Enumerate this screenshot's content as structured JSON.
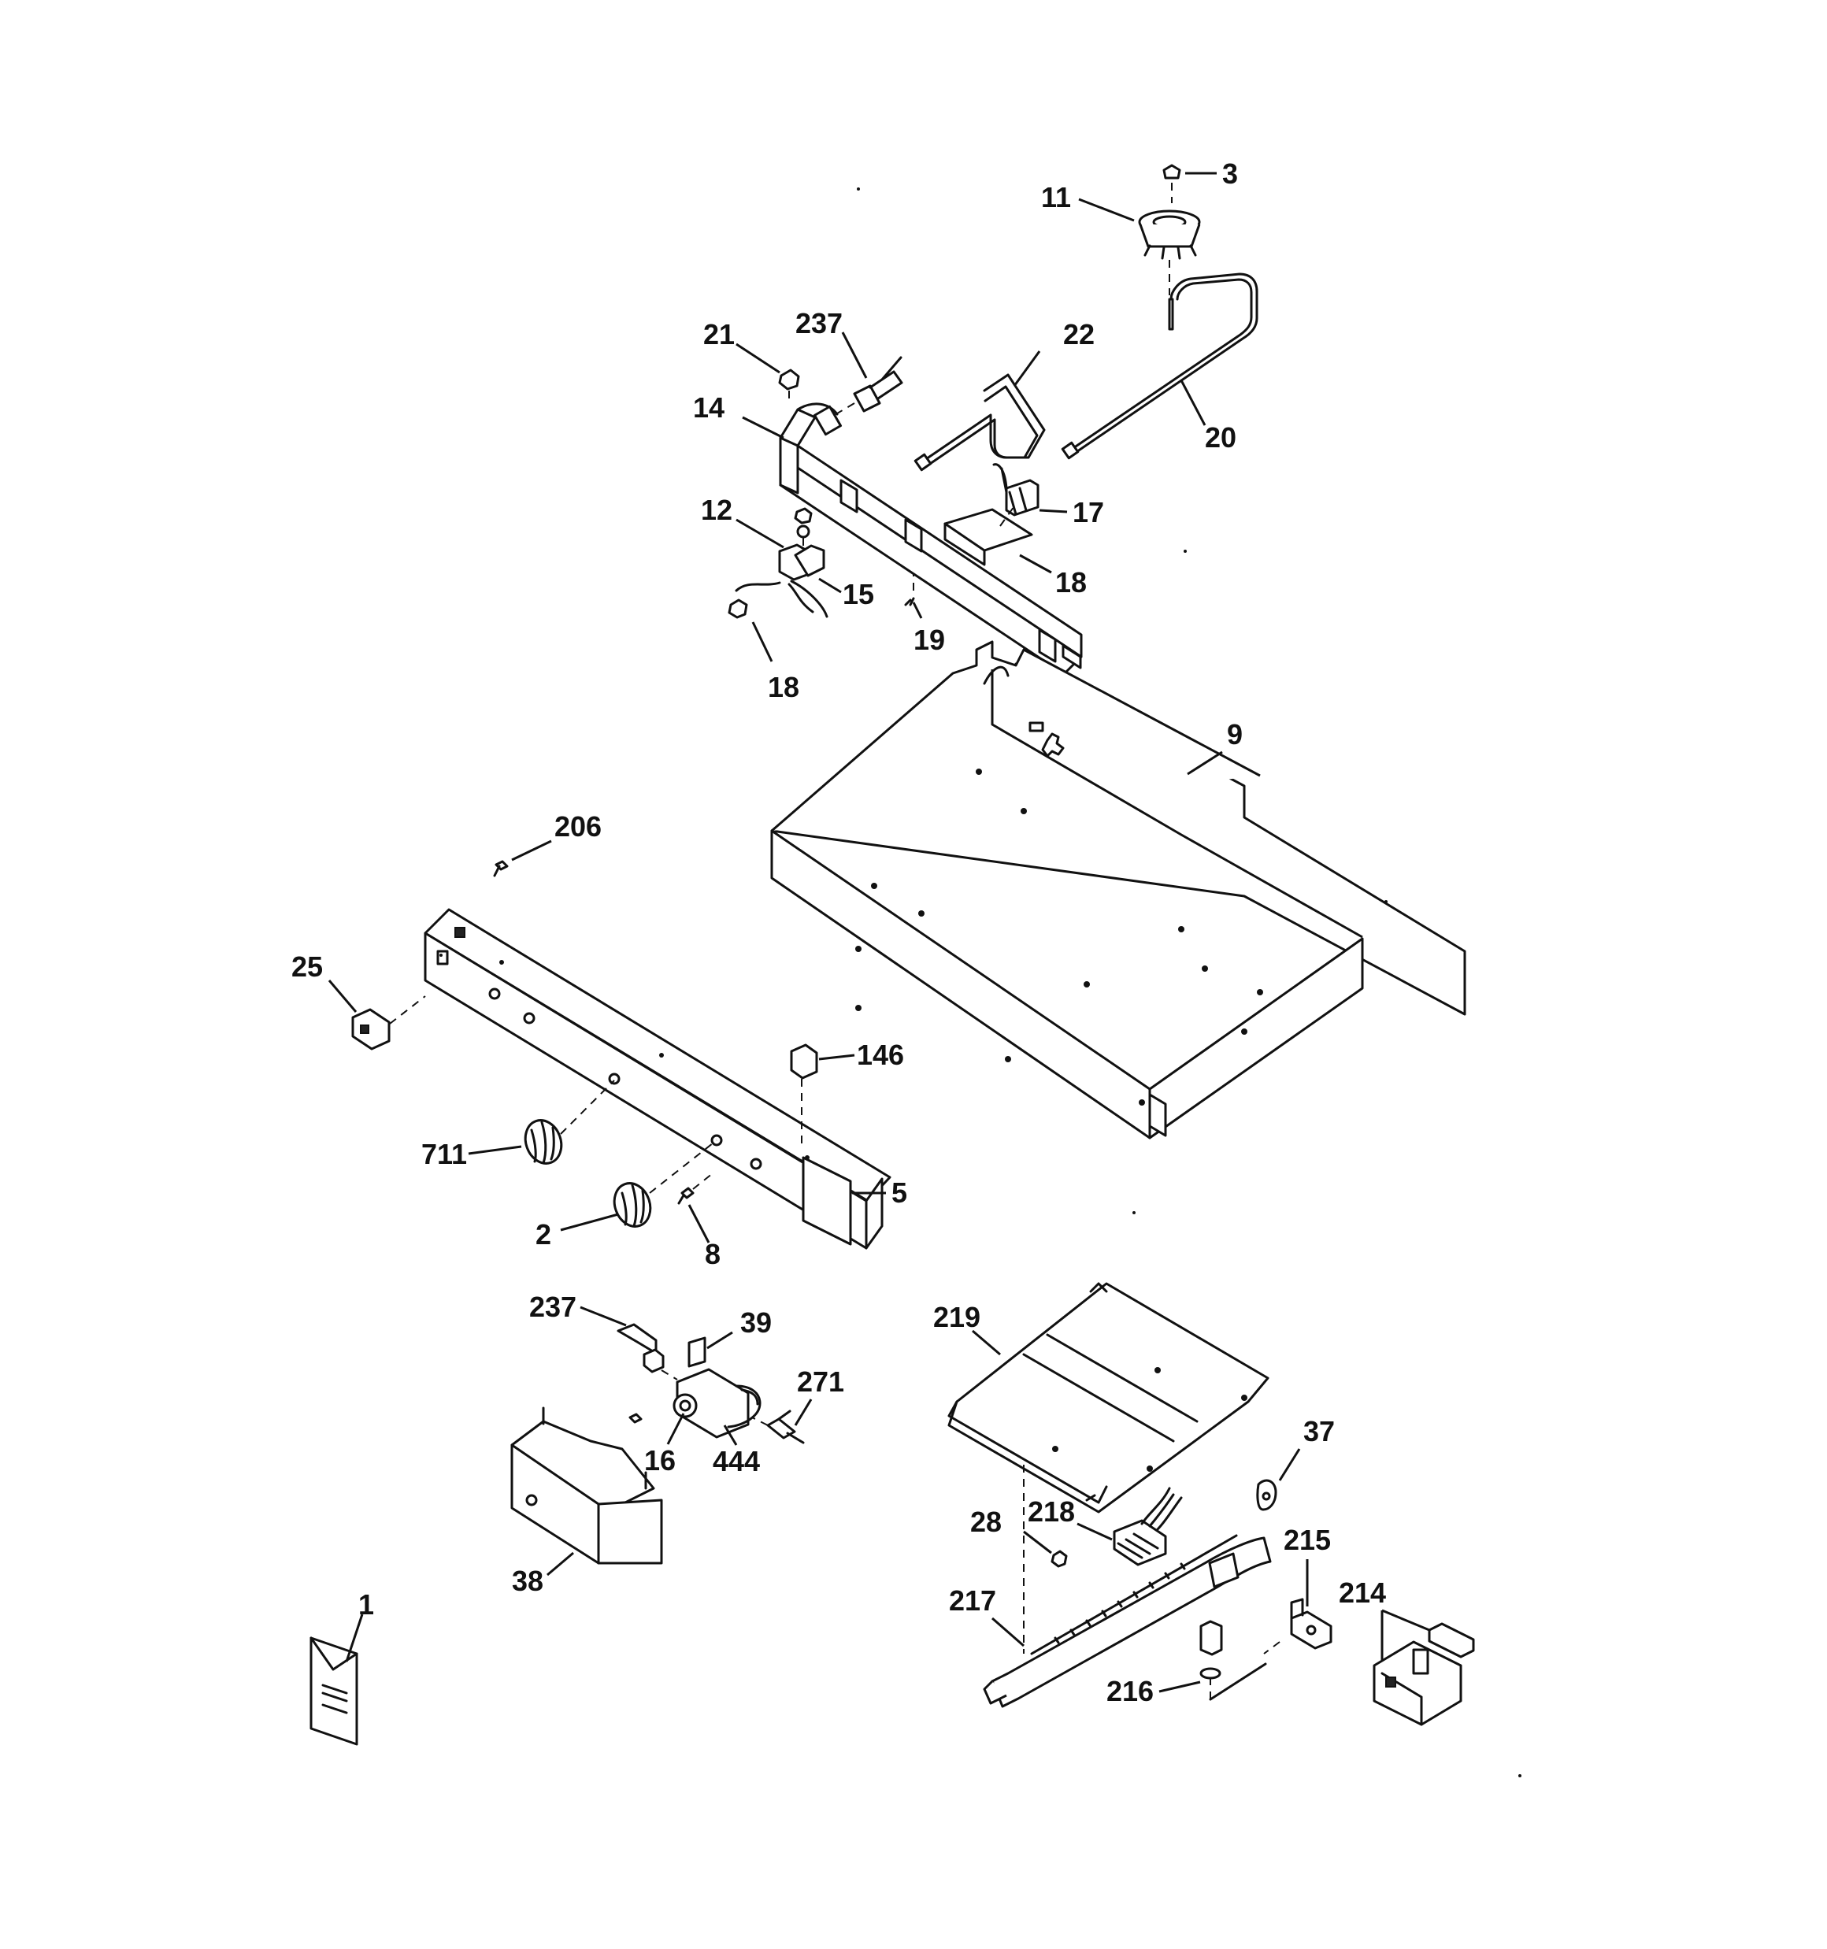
{
  "diagram": {
    "callouts": [
      {
        "id": "c-3",
        "label": "3"
      },
      {
        "id": "c-11",
        "label": "11"
      },
      {
        "id": "c-21",
        "label": "21"
      },
      {
        "id": "c-237a",
        "label": "237"
      },
      {
        "id": "c-22",
        "label": "22"
      },
      {
        "id": "c-14",
        "label": "14"
      },
      {
        "id": "c-20",
        "label": "20"
      },
      {
        "id": "c-12",
        "label": "12"
      },
      {
        "id": "c-17",
        "label": "17"
      },
      {
        "id": "c-15",
        "label": "15"
      },
      {
        "id": "c-18a",
        "label": "18"
      },
      {
        "id": "c-19",
        "label": "19"
      },
      {
        "id": "c-18b",
        "label": "18"
      },
      {
        "id": "c-9",
        "label": "9"
      },
      {
        "id": "c-206",
        "label": "206"
      },
      {
        "id": "c-25",
        "label": "25"
      },
      {
        "id": "c-146",
        "label": "146"
      },
      {
        "id": "c-711",
        "label": "711"
      },
      {
        "id": "c-5",
        "label": "5"
      },
      {
        "id": "c-2",
        "label": "2"
      },
      {
        "id": "c-8",
        "label": "8"
      },
      {
        "id": "c-237b",
        "label": "237"
      },
      {
        "id": "c-39",
        "label": "39"
      },
      {
        "id": "c-219",
        "label": "219"
      },
      {
        "id": "c-271",
        "label": "271"
      },
      {
        "id": "c-16",
        "label": "16"
      },
      {
        "id": "c-444",
        "label": "444"
      },
      {
        "id": "c-37",
        "label": "37"
      },
      {
        "id": "c-38",
        "label": "38"
      },
      {
        "id": "c-218",
        "label": "218"
      },
      {
        "id": "c-28",
        "label": "28"
      },
      {
        "id": "c-215",
        "label": "215"
      },
      {
        "id": "c-1",
        "label": "1"
      },
      {
        "id": "c-217",
        "label": "217"
      },
      {
        "id": "c-214",
        "label": "214"
      },
      {
        "id": "c-216",
        "label": "216"
      }
    ]
  }
}
